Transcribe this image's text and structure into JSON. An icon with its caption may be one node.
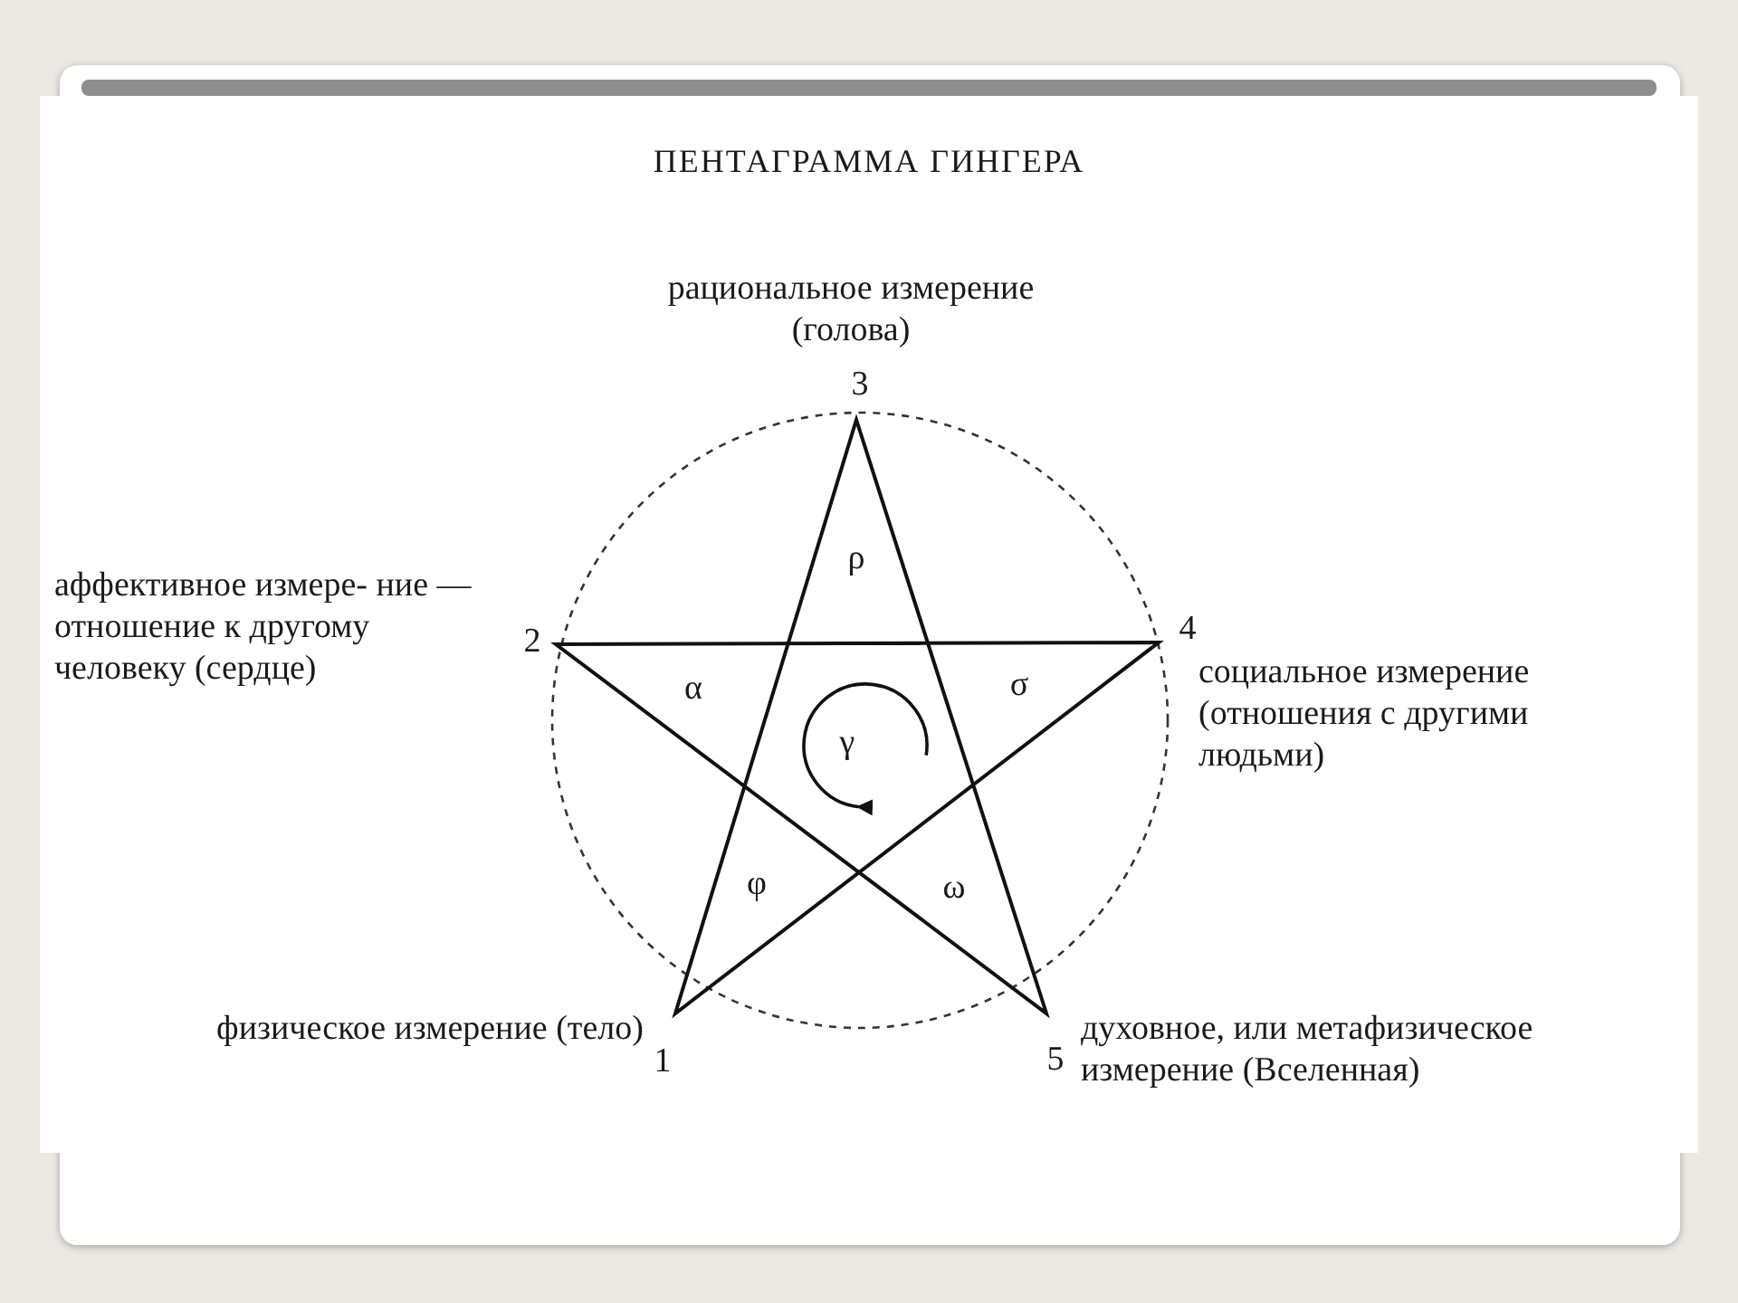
{
  "diagram": {
    "title": "ПЕНТАГРАММА ГИНГЕРА",
    "labels": [
      "рациональное измерение (голова)",
      "3",
      "аффективное измере- ние — отношение к другому человеку (сердце)",
      "2",
      "4",
      "социальное измерение (отношения с другими людьми)",
      "ρ",
      "α",
      "σ",
      "γ",
      "φ",
      "ω",
      "физическое измерение (тело)",
      "1",
      "5",
      "духовное, или метафизическое измерение (Вселенная)"
    ]
  }
}
